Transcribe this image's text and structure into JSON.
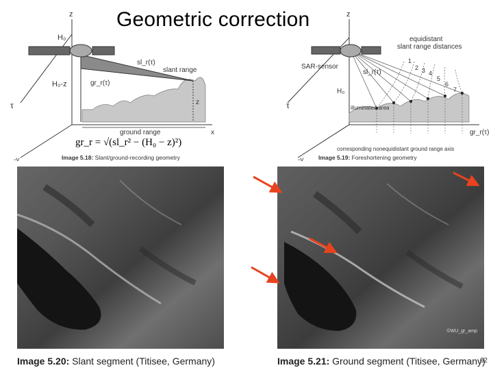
{
  "slide": {
    "title": "Geometric correction",
    "slide_number": "62"
  },
  "figure_left": {
    "labels": {
      "z": "z",
      "h0": "H₀",
      "h0z": "H₀-z",
      "tau": "τ",
      "sl_r": "sl_r(τ)",
      "slant_range": "slant range",
      "gr_r": "gr_r(τ)",
      "z_small": "z",
      "ground_range": "ground range",
      "x": "x",
      "neg_y": "-y"
    },
    "formula": "gr_r = √(sl_r² − (H₀ − z)²)",
    "caption_bold": "Image 5.18:",
    "caption_text": " Slant/ground-recording geometry"
  },
  "figure_right": {
    "labels": {
      "z": "z",
      "sar_sensor": "SAR-sensor",
      "equidistant": "equidistant",
      "slant_range_distances": "slant range distances",
      "sl_r": "sl_r(τ)",
      "h0": "H₀",
      "tau": "τ",
      "illuminated_area": "illuminated area",
      "gr_r": "gr_r(τ)",
      "neg_y": "-y",
      "ground_range_axis": "corresponding nonequidistant ground range axis",
      "numbers": [
        "1",
        "2",
        "3",
        "4",
        "5",
        "6",
        "7"
      ]
    },
    "caption_bold": "Image 5.19:",
    "caption_text": " Foreshortening geometry"
  },
  "photo_left": {
    "caption_bold": "Image 5.20:",
    "caption_text": " Slant segment (Titisee, Germany)"
  },
  "photo_right": {
    "watermark": "©WU_gr_amp",
    "caption_bold": "Image 5.21:",
    "caption_text": " Ground segment (Titisee, Germany)"
  },
  "colors": {
    "arrow": "#e8431f",
    "terrain": "#c8c8c8",
    "shade": "#8a8a8a"
  }
}
